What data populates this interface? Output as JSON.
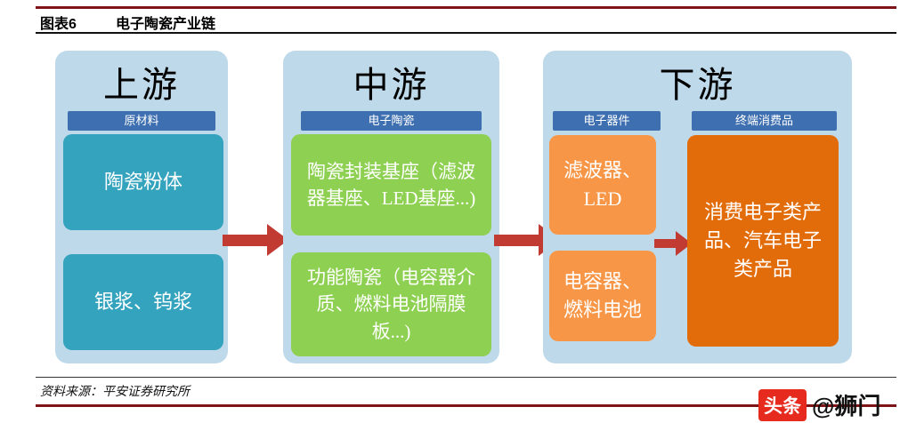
{
  "header": {
    "figure_label": "图表6",
    "title": "电子陶瓷产业链"
  },
  "diagram": {
    "upstream": {
      "title": "上游",
      "category": "原材料",
      "boxes": [
        "陶瓷粉体",
        "银浆、钨浆"
      ]
    },
    "midstream": {
      "title": "中游",
      "category": "电子陶瓷",
      "boxes": [
        "陶瓷封装基座（滤波器基座、LED基座...)",
        "功能陶瓷（电容器介质、燃料电池隔膜板...)"
      ]
    },
    "downstream": {
      "title": "下游",
      "devices": {
        "category": "电子器件",
        "boxes": [
          "滤波器、LED",
          "电容器、燃料电池"
        ]
      },
      "consumer": {
        "category": "终端消费品",
        "boxes": [
          "消费电子类产品、汽车电子类产品"
        ]
      }
    },
    "arrows": [
      "upstream-to-midstream",
      "midstream-to-downstream",
      "devices-to-consumer"
    ]
  },
  "footer": {
    "source": "资料来源：平安证券研究所"
  },
  "watermark": {
    "badge": "头条",
    "handle": "@狮门"
  },
  "colors": {
    "panel_bg": "#BED9E9",
    "bar_blue": "#3E6FB0",
    "teal": "#34A3BE",
    "green": "#8ED051",
    "orange": "#F79646",
    "orange_dark": "#E36C0A",
    "arrow_red": "#C13B33",
    "rule_maroon": "#7F1416"
  }
}
